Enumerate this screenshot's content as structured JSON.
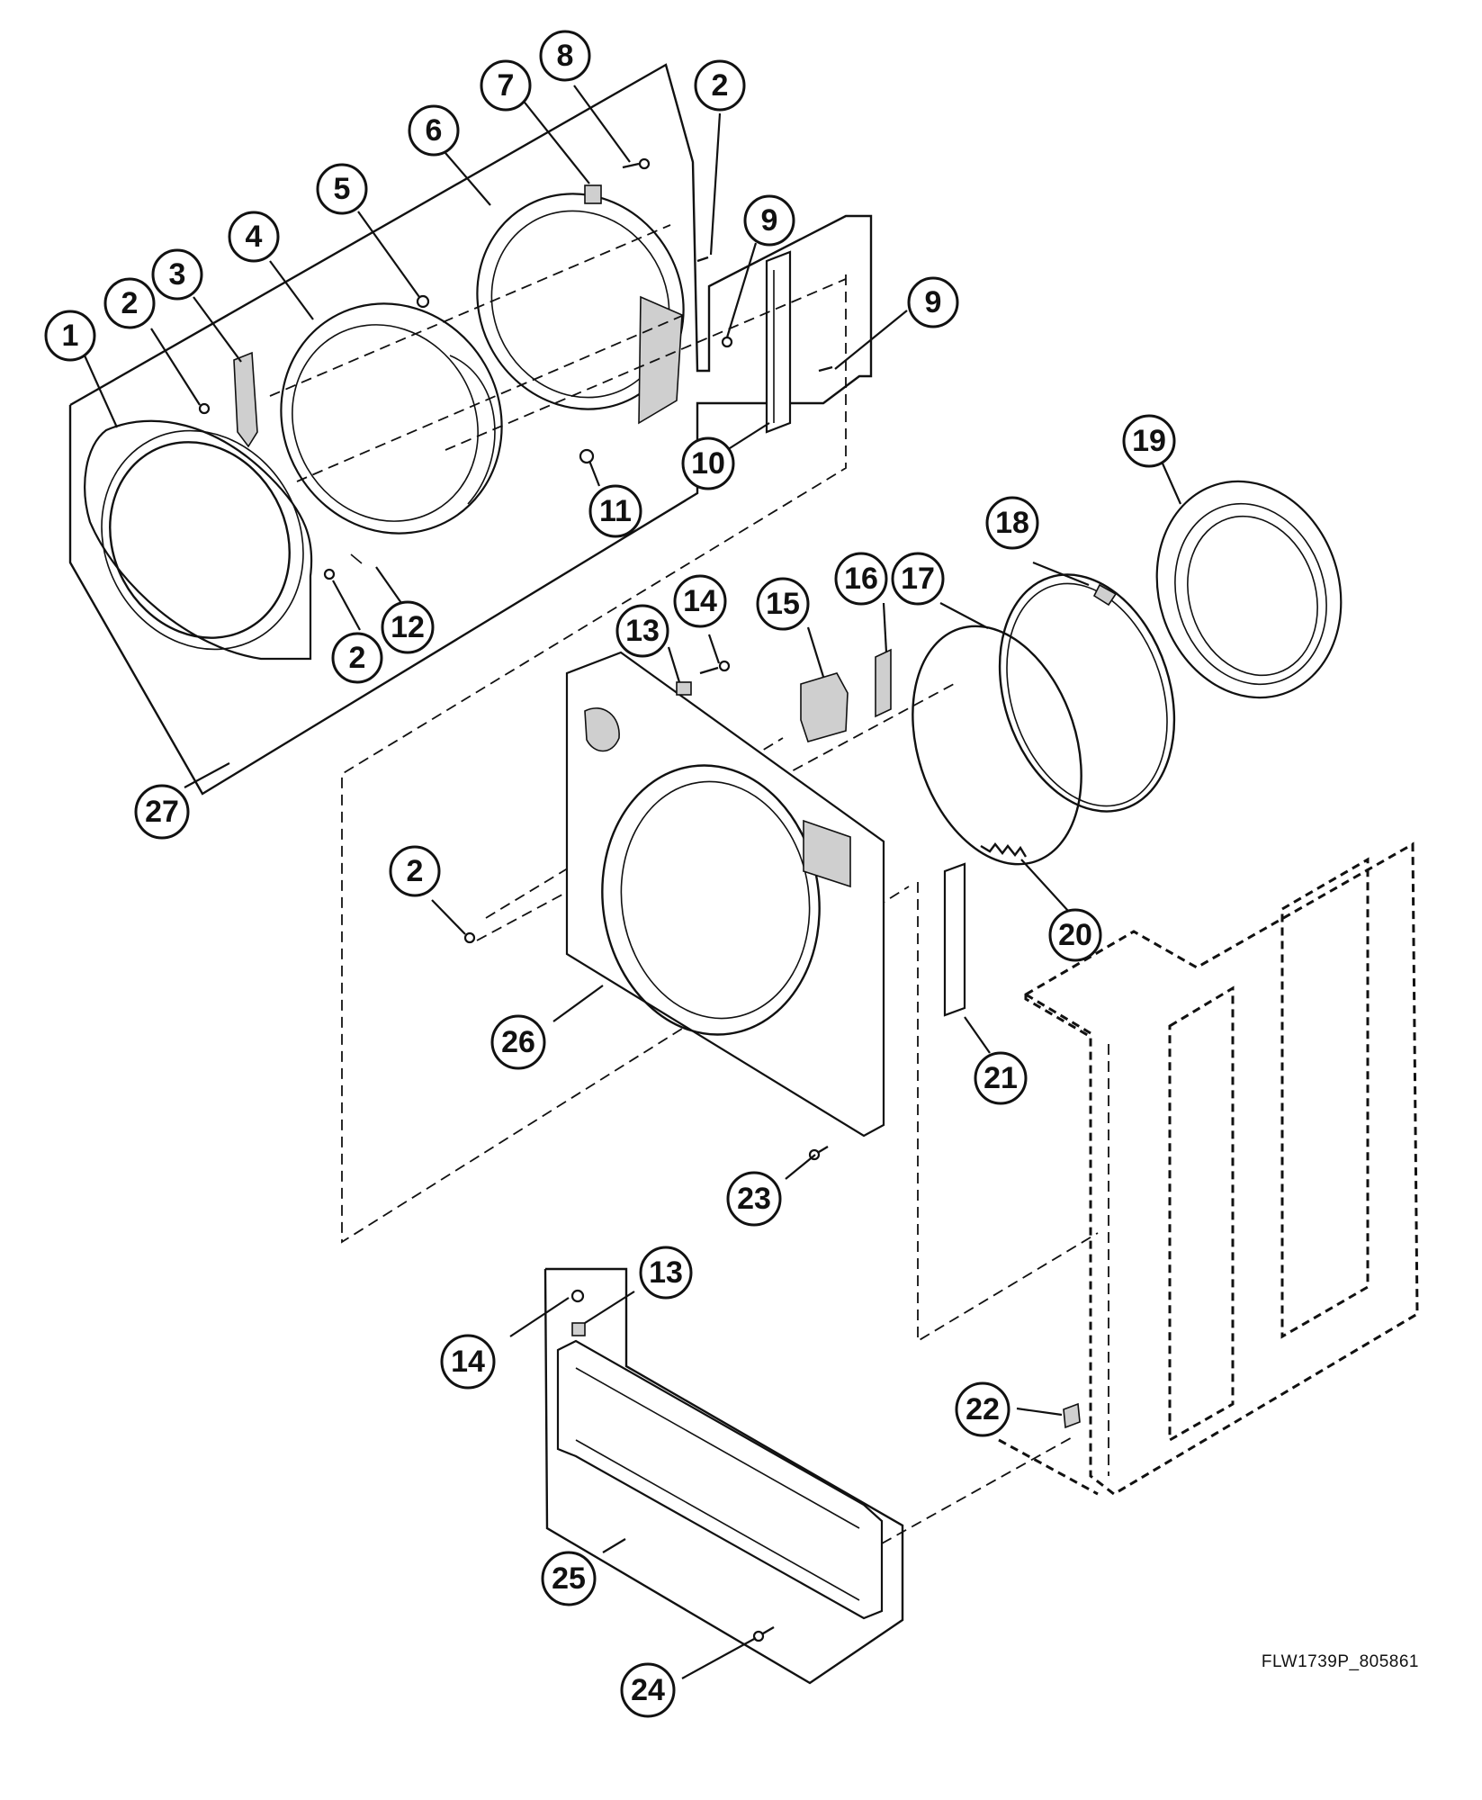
{
  "reference_code": "FLW1739P_805861",
  "callouts": [
    {
      "label": "1"
    },
    {
      "label": "2"
    },
    {
      "label": "3"
    },
    {
      "label": "4"
    },
    {
      "label": "5"
    },
    {
      "label": "6"
    },
    {
      "label": "7"
    },
    {
      "label": "8"
    },
    {
      "label": "2"
    },
    {
      "label": "9"
    },
    {
      "label": "9"
    },
    {
      "label": "2"
    },
    {
      "label": "10"
    },
    {
      "label": "11"
    },
    {
      "label": "12"
    },
    {
      "label": "2"
    },
    {
      "label": "27"
    },
    {
      "label": "13"
    },
    {
      "label": "14"
    },
    {
      "label": "15"
    },
    {
      "label": "16"
    },
    {
      "label": "17"
    },
    {
      "label": "18"
    },
    {
      "label": "19"
    },
    {
      "label": "2"
    },
    {
      "label": "20"
    },
    {
      "label": "26"
    },
    {
      "label": "21"
    },
    {
      "label": "23"
    },
    {
      "label": "13"
    },
    {
      "label": "14"
    },
    {
      "label": "22"
    },
    {
      "label": "25"
    },
    {
      "label": "24"
    }
  ]
}
